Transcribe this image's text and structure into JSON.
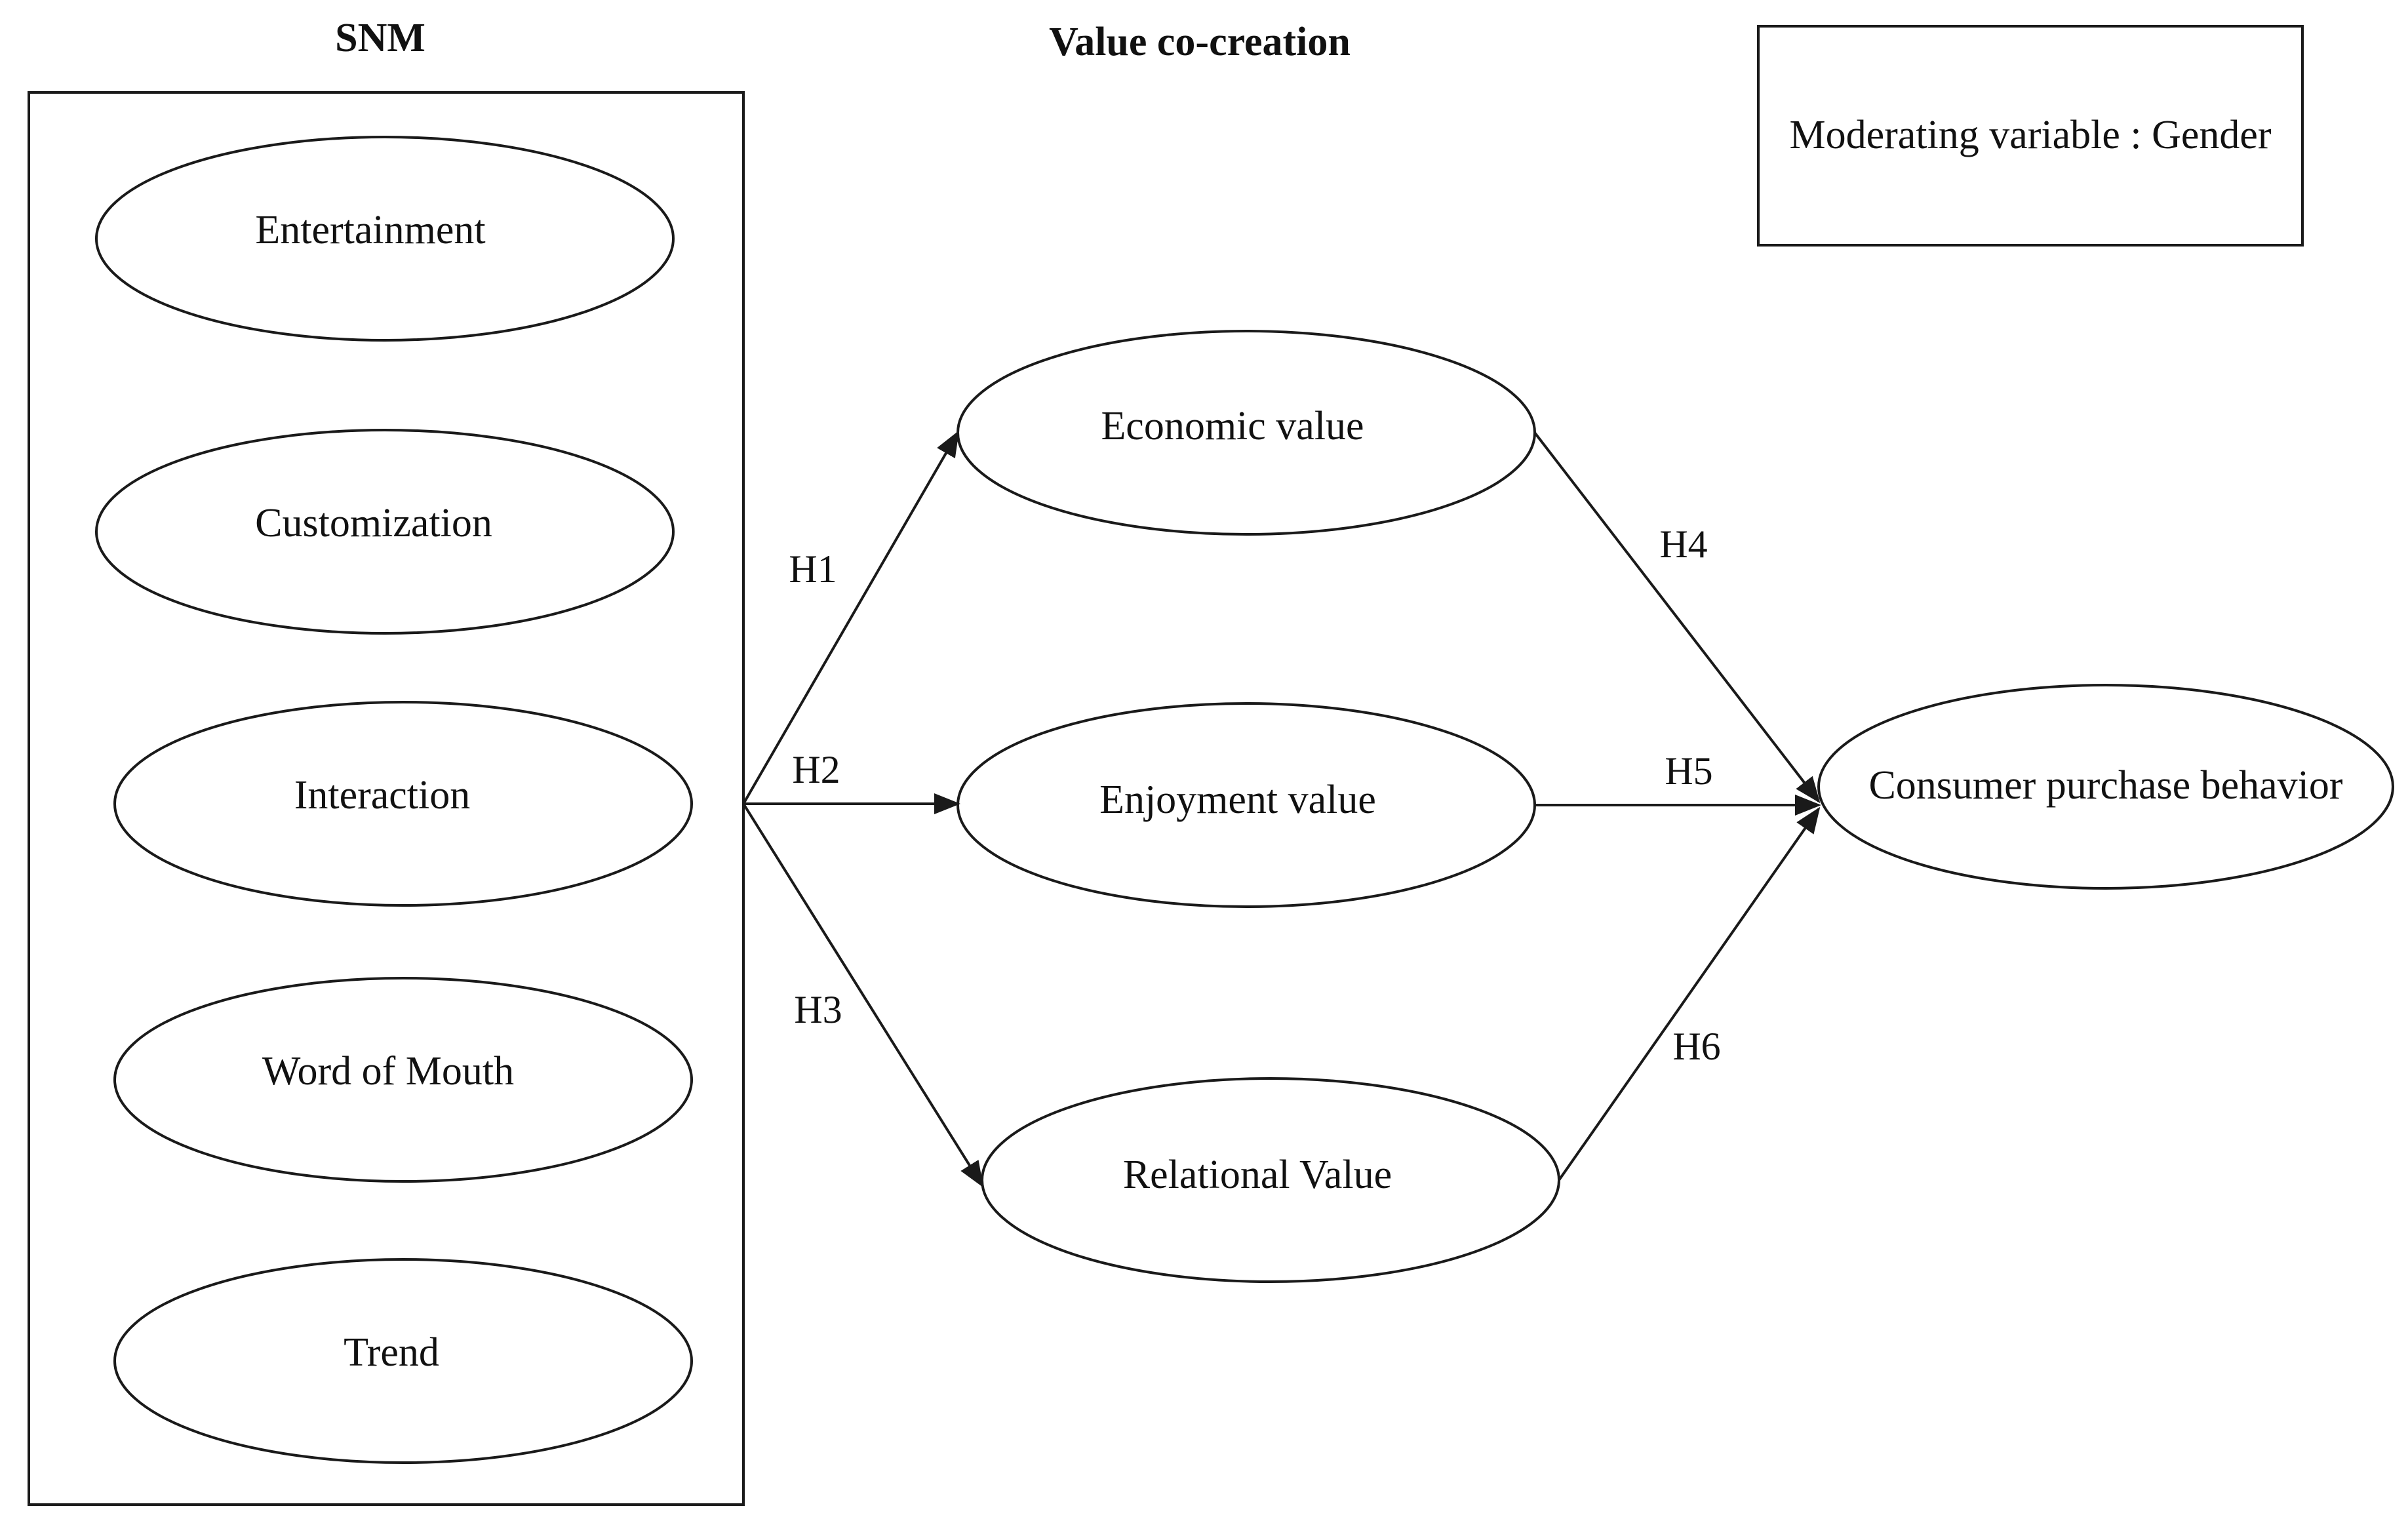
{
  "headers": {
    "snm": "SNM",
    "value_cocreation": "Value co-creation"
  },
  "moderator": {
    "label": "Moderating variable : Gender"
  },
  "snm_factors": [
    "Entertainment",
    "Customization",
    "Interaction",
    "Word of Mouth",
    "Trend"
  ],
  "value_nodes": {
    "economic": "Economic value",
    "enjoyment": "Enjoyment value",
    "relational": "Relational Value"
  },
  "outcome": {
    "label": "Consumer purchase behavior"
  },
  "hypotheses": {
    "h1": "H1",
    "h2": "H2",
    "h3": "H3",
    "h4": "H4",
    "h5": "H5",
    "h6": "H6"
  },
  "relationships": [
    {
      "from": "SNM",
      "to": "Economic value",
      "label": "H1"
    },
    {
      "from": "SNM",
      "to": "Enjoyment value",
      "label": "H2"
    },
    {
      "from": "SNM",
      "to": "Relational Value",
      "label": "H3"
    },
    {
      "from": "Economic value",
      "to": "Consumer purchase behavior",
      "label": "H4"
    },
    {
      "from": "Enjoyment value",
      "to": "Consumer purchase behavior",
      "label": "H5"
    },
    {
      "from": "Relational Value",
      "to": "Consumer purchase behavior",
      "label": "H6"
    }
  ]
}
